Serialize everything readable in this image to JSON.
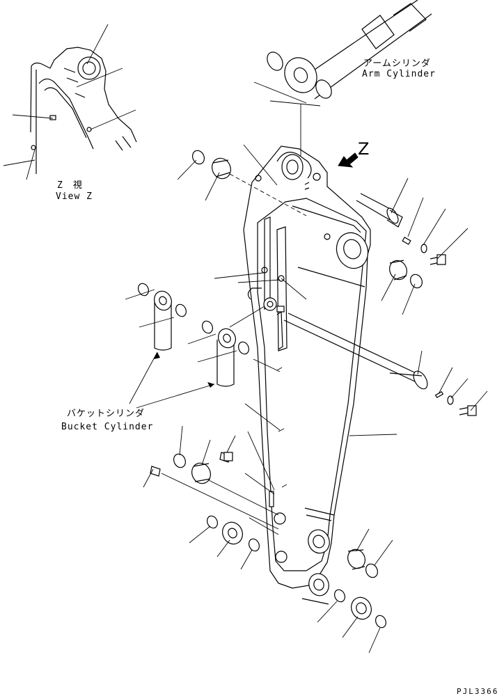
{
  "labels": {
    "arm_cylinder_jp": "アームシリンダ",
    "arm_cylinder_en": "Arm Cylinder",
    "view_z_jp": "Z　視",
    "view_z_en": "View Z",
    "z_marker": "Z",
    "bucket_cylinder_jp": "バケットシリンダ",
    "bucket_cylinder_en": "Bucket Cylinder",
    "drawing_code": "PJL3366"
  },
  "colors": {
    "line": "#000000",
    "background": "#ffffff"
  }
}
